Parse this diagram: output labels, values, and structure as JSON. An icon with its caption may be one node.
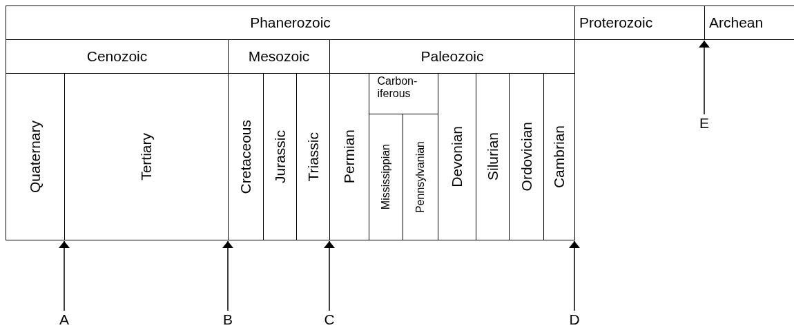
{
  "diagram": {
    "nodes": [
      {
        "text": [
          "Phanerozoic"
        ]
      },
      {
        "text": [
          "Proterozoic"
        ]
      },
      {
        "text": [
          "Archean"
        ]
      },
      {
        "text": [
          "Cenozoic"
        ]
      },
      {
        "text": [
          "Mesozoic"
        ]
      },
      {
        "text": [
          "Paleozoic"
        ]
      },
      {
        "text": [
          "Quaternary"
        ]
      },
      {
        "text": [
          "Tertiary"
        ]
      },
      {
        "text": [
          "Cretaceous"
        ]
      },
      {
        "text": [
          "Jurassic"
        ]
      },
      {
        "text": [
          "Triassic"
        ]
      },
      {
        "text": [
          "Permian"
        ]
      },
      {
        "text": [
          "Carbon- iferous"
        ]
      },
      {
        "text": [
          "Mississippian"
        ]
      },
      {
        "text": [
          "Pennsylvanian"
        ]
      },
      {
        "text": [
          "Devonian"
        ]
      },
      {
        "text": [
          "Silurian"
        ]
      },
      {
        "text": [
          "Ordovician"
        ]
      },
      {
        "text": [
          "Cambrian"
        ]
      },
      {
        "text": [
          "E"
        ]
      },
      {
        "text": [
          "A"
        ]
      },
      {
        "text": [
          "B"
        ]
      },
      {
        "text": [
          "C"
        ]
      },
      {
        "text": [
          "D"
        ]
      }
    ],
    "edges": [
      {
        "from": 19,
        "to": 2,
        "arrow": "to"
      },
      {
        "from": 20,
        "to": 6,
        "arrow": "to"
      },
      {
        "from": 21,
        "to": 8,
        "arrow": "to"
      },
      {
        "from": 22,
        "to": 10,
        "arrow": "to"
      },
      {
        "from": 23,
        "to": 18,
        "arrow": "to"
      }
    ]
  }
}
